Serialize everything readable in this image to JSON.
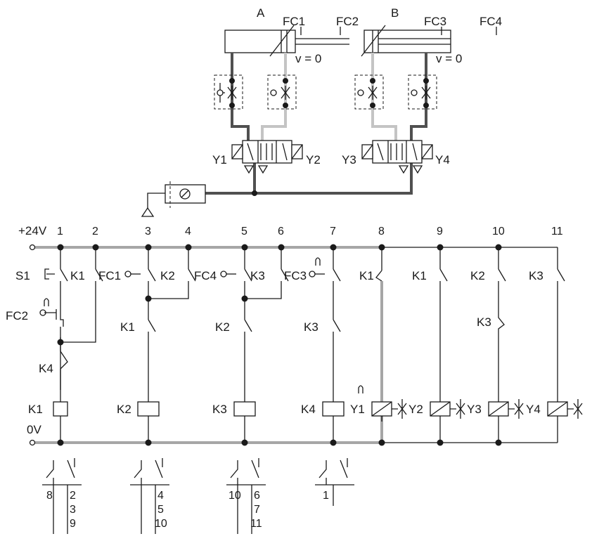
{
  "cylinders": {
    "a_label": "A",
    "b_label": "B",
    "v_zero_a": "v = 0",
    "v_zero_b": "v = 0"
  },
  "limit_switches": [
    "FC1",
    "FC2",
    "FC3",
    "FC4"
  ],
  "solenoids": [
    "Y1",
    "Y2",
    "Y3",
    "Y4"
  ],
  "supply": {
    "positive": "+24V",
    "zero": "0V"
  },
  "columns": [
    "1",
    "2",
    "3",
    "4",
    "5",
    "6",
    "7",
    "8",
    "9",
    "10",
    "11"
  ],
  "contacts": {
    "s1": "S1",
    "k1_c2": "K1",
    "fc1": "FC1",
    "k2_c4": "K2",
    "fc4": "FC4",
    "k3_c6": "K3",
    "fc3": "FC3",
    "k1_c8": "K1",
    "k1_c9": "K1",
    "k2_c10": "K2",
    "k3_c11": "K3",
    "fc2": "FC2",
    "k1_c3": "K1",
    "k2_c5": "K2",
    "k3_c7": "K3",
    "k3_c10": "K3",
    "k4_c1": "K4"
  },
  "coils": [
    "K1",
    "K2",
    "K3",
    "K4"
  ],
  "solenoid_coils": [
    "Y1",
    "Y2",
    "Y3",
    "Y4"
  ],
  "relay_tables": [
    {
      "nc": [
        "8"
      ],
      "no": [
        "2",
        "3",
        "9"
      ]
    },
    {
      "nc": [],
      "no": [
        "4",
        "5",
        "10"
      ]
    },
    {
      "nc": [
        "10"
      ],
      "no": [
        "6",
        "7",
        "11"
      ]
    },
    {
      "nc": [],
      "no": [
        "1"
      ]
    }
  ]
}
